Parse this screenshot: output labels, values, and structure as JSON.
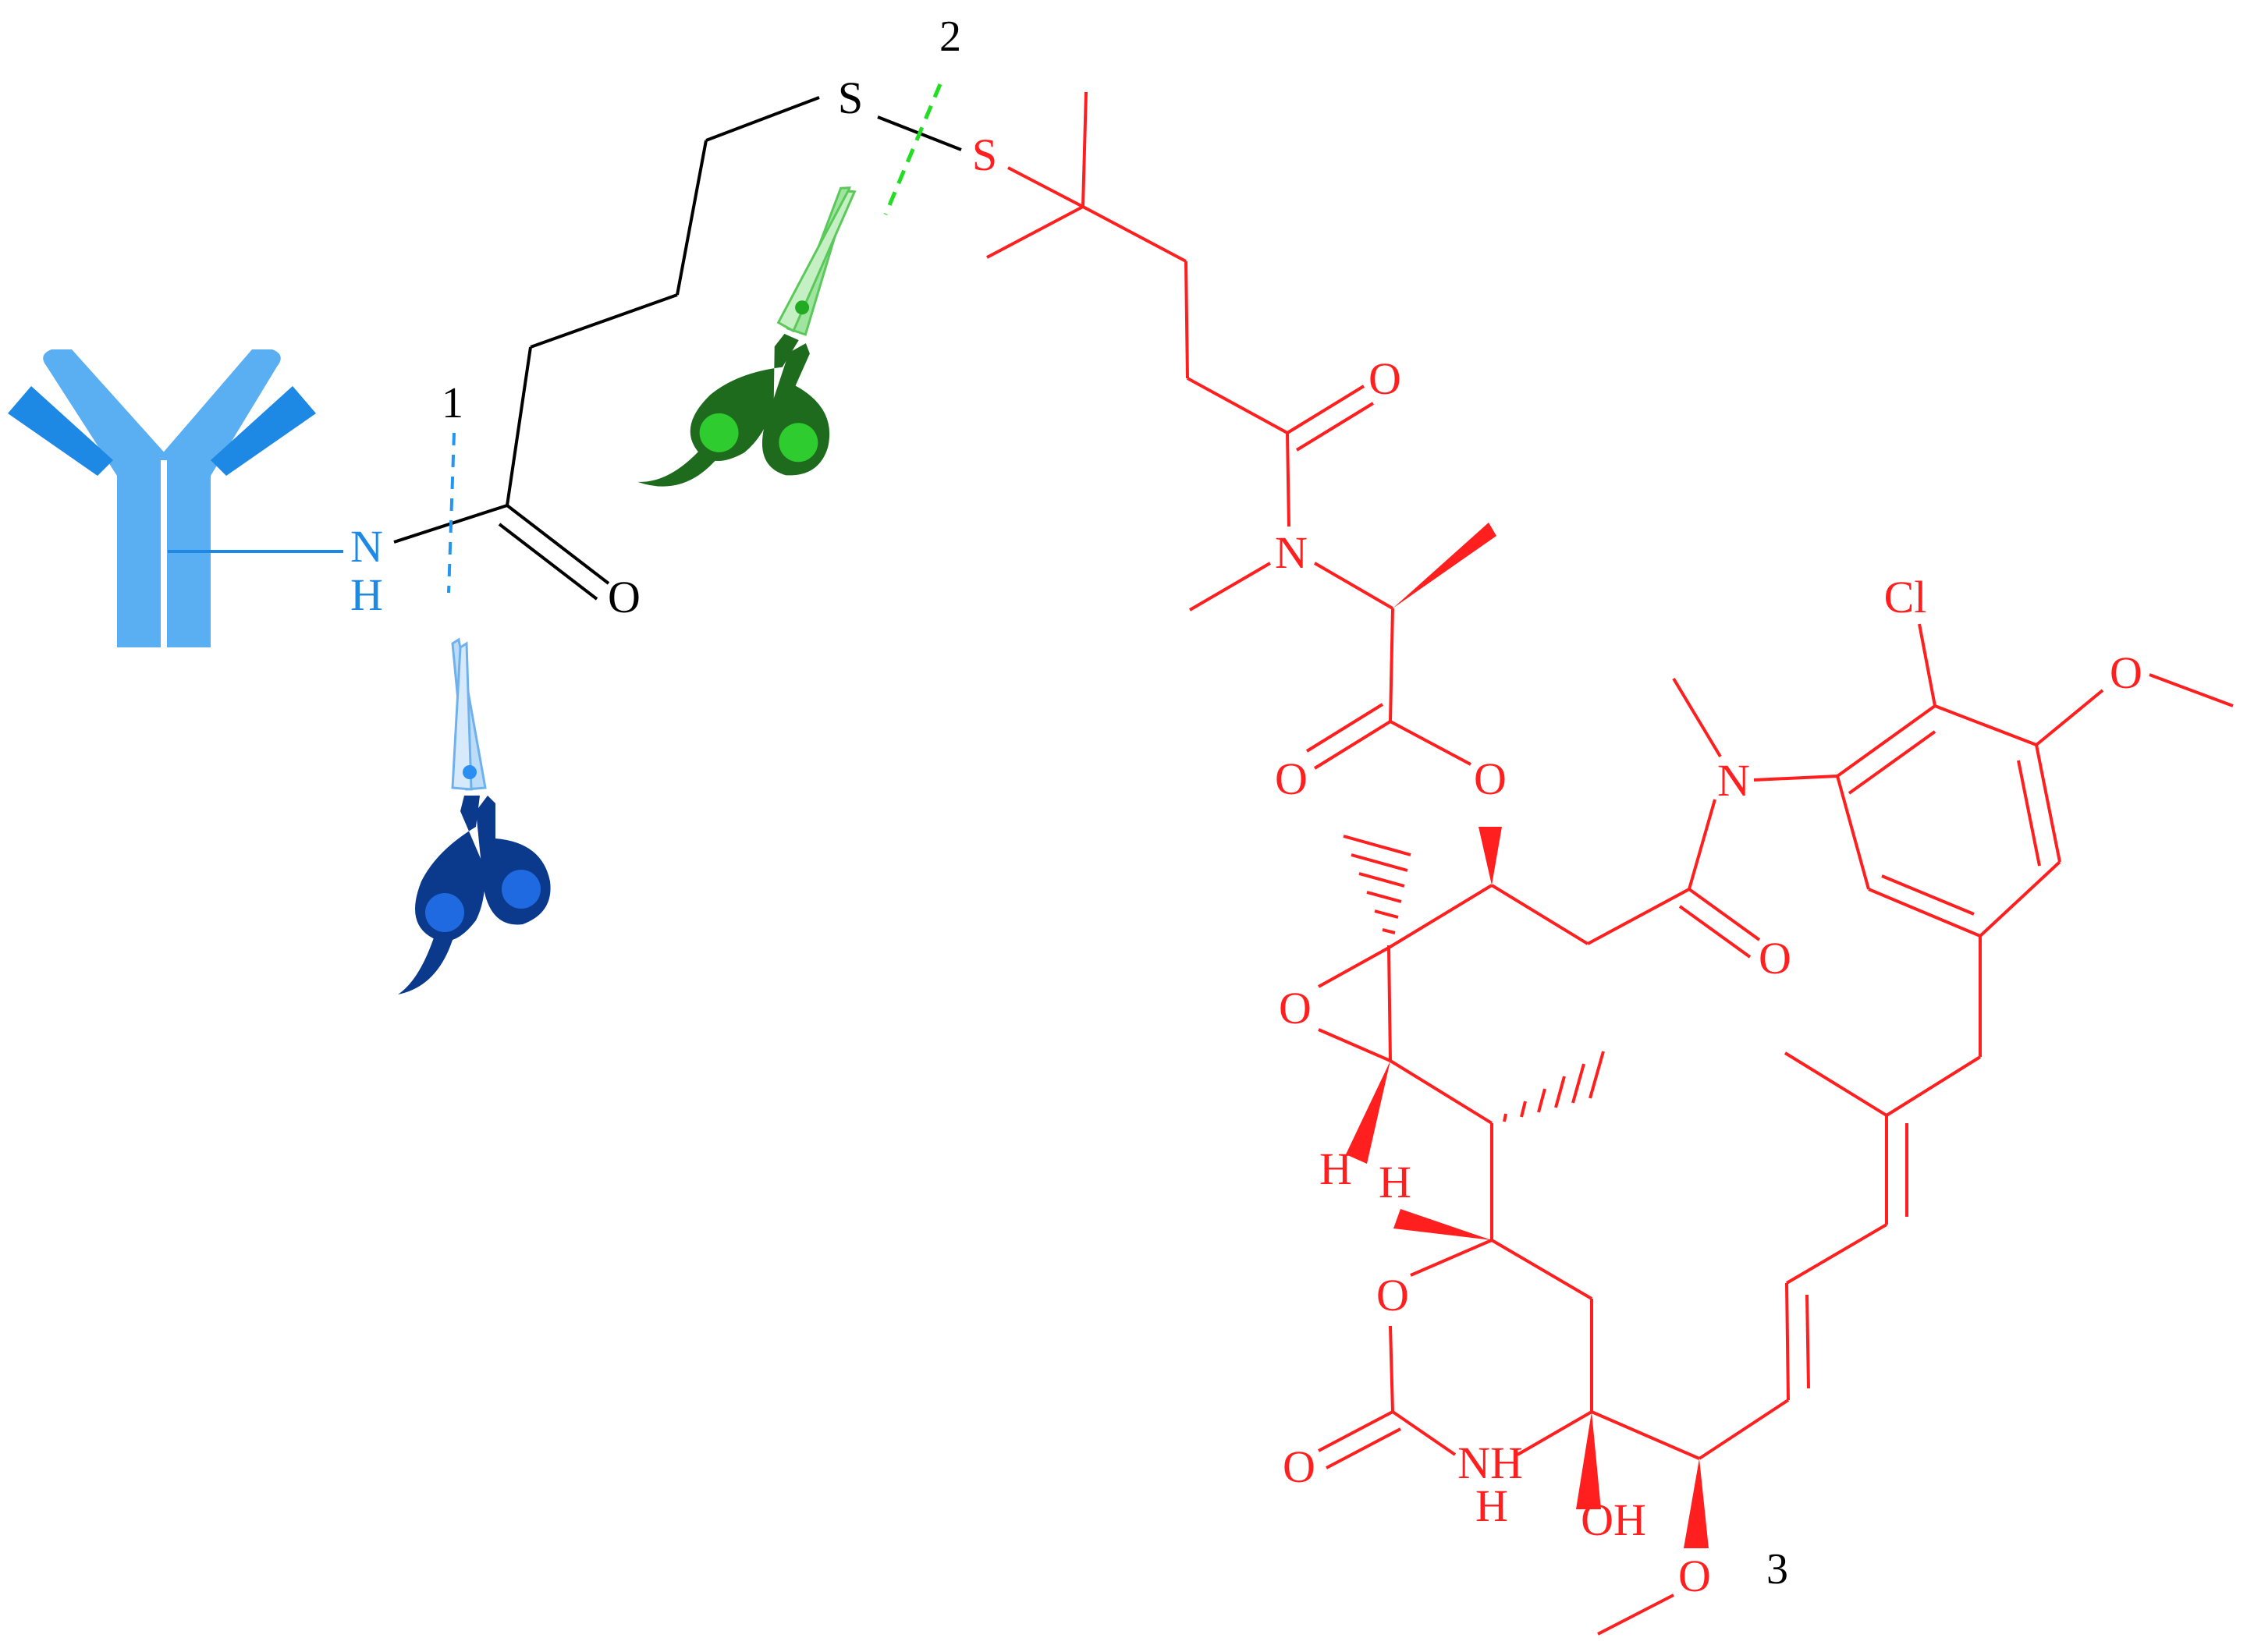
{
  "colors": {
    "antibody": "#5aaef2",
    "antibody_dark": "#1e88e5",
    "linker": "#000000",
    "payload": "#ff1f1f",
    "cleave_site_1": "#2196f3",
    "cleave_site_2": "#22dd22",
    "scissors_blue_dark": "#0b3a8c",
    "scissors_blue_light": "#bcdcf7",
    "scissors_green_dark": "#1e6b1e",
    "scissors_green_light": "#9fe59f"
  },
  "site_labels": {
    "site1": "1",
    "site2": "2",
    "site3": "3"
  },
  "antibody": {
    "icon": "antibody-icon",
    "nh_top": "N",
    "nh_bottom": "H"
  },
  "linker": {
    "o_amide": "O",
    "s1": "S"
  },
  "payload": {
    "s2": "S",
    "o_ketone": "O",
    "n_amide": "N",
    "o_ester_carbonyl": "O",
    "o_ester": "O",
    "n_aryl": "N",
    "cl": "Cl",
    "o_methoxy_aryl": "O",
    "o_lactam": "O",
    "o_epoxide": "O",
    "h_epoxide": "H",
    "h_ring": "H",
    "o_carbamate_ring": "O",
    "o_carbamate_carbonyl": "O",
    "nh_n": "NH",
    "nh_h": "H",
    "oh": "OH",
    "o_methoxy": "O"
  },
  "scissors": {
    "blue": "scissors-icon",
    "green": "scissors-icon"
  }
}
